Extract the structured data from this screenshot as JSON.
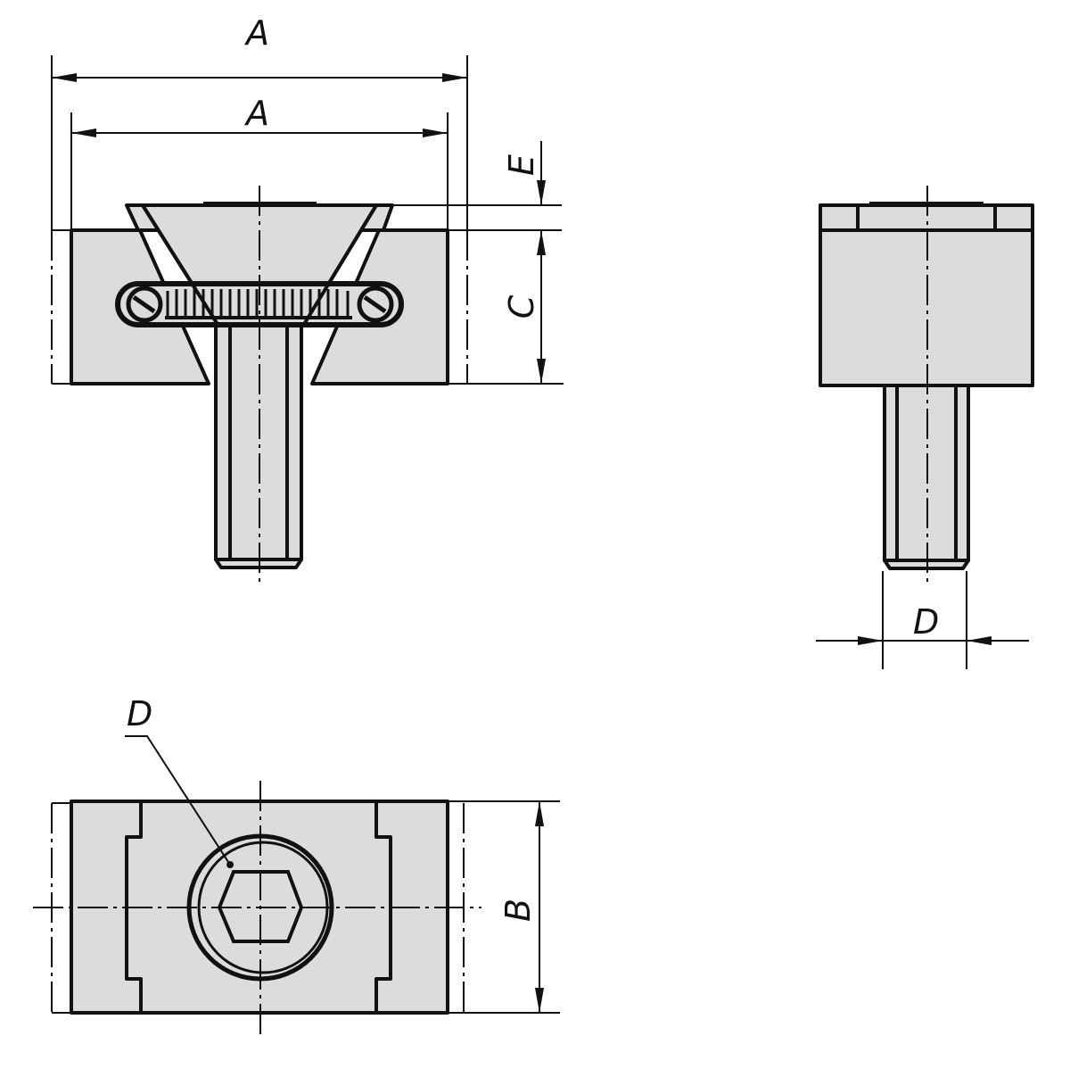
{
  "drawing": {
    "type": "technical-drawing",
    "background": "#ffffff",
    "part_fill": "#dcdcdc",
    "line_color": "#111111",
    "views": [
      {
        "name": "front-view",
        "description": "T-slot nut with tapered clamp wedge, spring and threaded stud"
      },
      {
        "name": "side-view",
        "description": "Side view of nut block with stud"
      },
      {
        "name": "top-view",
        "description": "Top view showing hex socket in stud"
      }
    ],
    "dimensions": {
      "a_outer": "A",
      "a_inner": "A",
      "e": "E",
      "c": "C",
      "d_side": "D",
      "d_top": "D",
      "b": "B"
    }
  }
}
